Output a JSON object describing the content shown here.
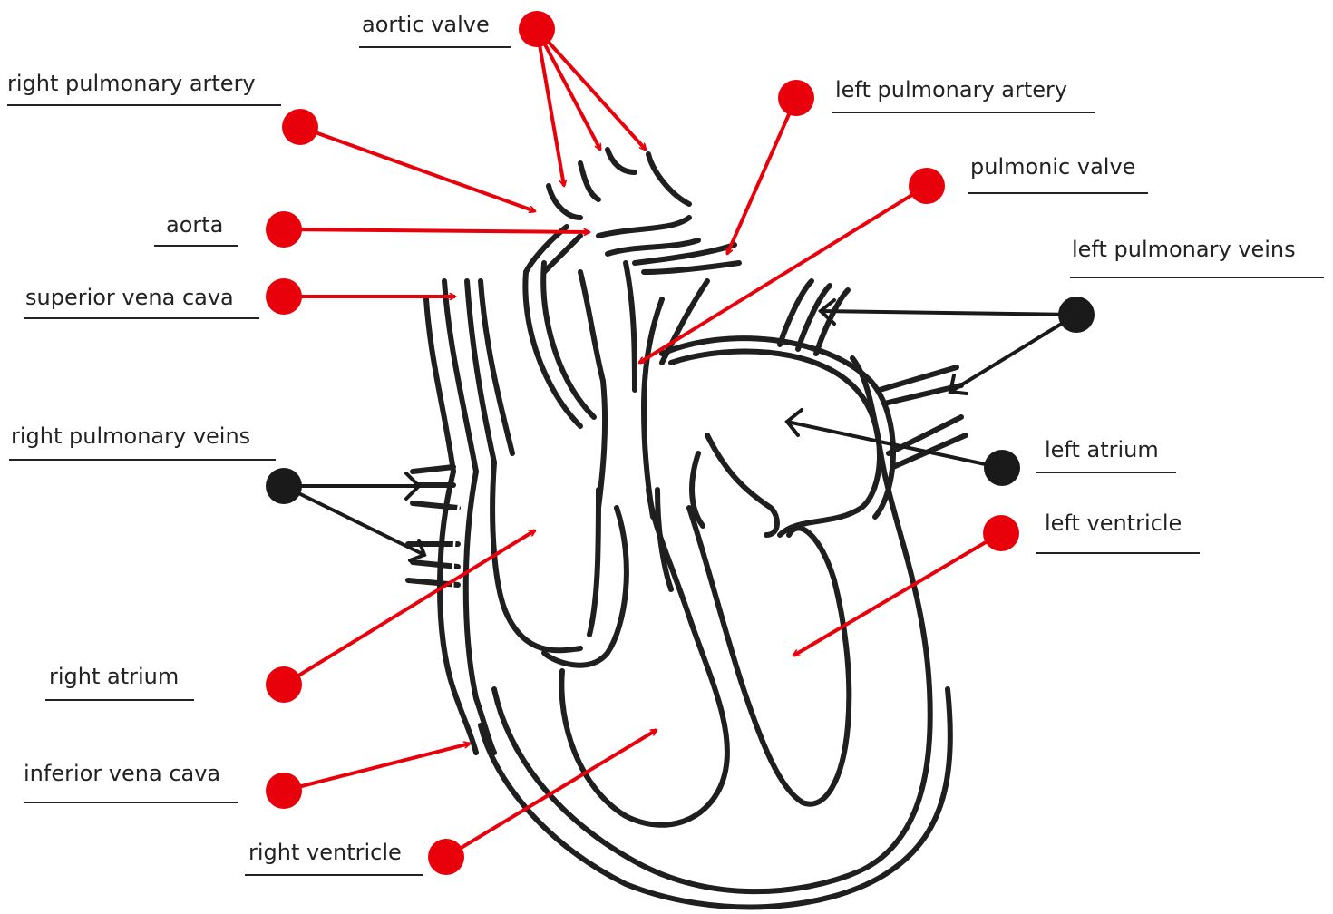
{
  "labels": {
    "aortic_valve": "aortic valve",
    "right_pulmonary_artery": "right pulmonary artery",
    "left_pulmonary_artery": "left pulmonary artery",
    "pulmonic_valve": "pulmonic valve",
    "aorta": "aorta",
    "left_pulmonary_veins": "left pulmonary veins",
    "superior_vena_cava": "superior vena cava",
    "right_pulmonary_veins": "right pulmonary veins",
    "left_atrium": "left atrium",
    "left_ventricle": "left ventricle",
    "right_atrium": "right atrium",
    "inferior_vena_cava": "inferior vena cava",
    "right_ventricle": "right ventricle"
  },
  "colors": {
    "oxygenated_pointer": "#e8000b",
    "deoxygenated_pointer": "#1a1a1a",
    "outline": "#1f1f1f",
    "text": "#222222"
  }
}
